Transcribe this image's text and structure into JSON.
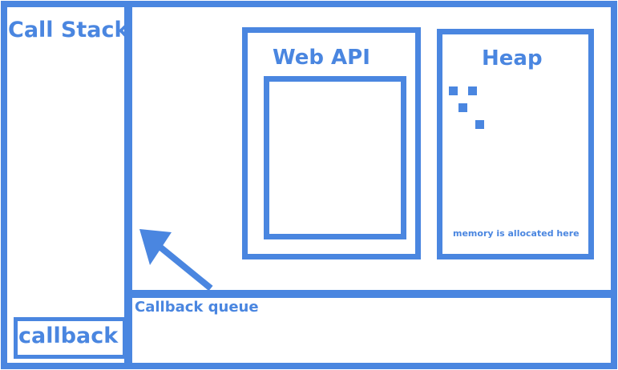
{
  "diagram": {
    "call_stack": {
      "title": "Call Stack",
      "item": "callback"
    },
    "web_api": {
      "title": "Web API"
    },
    "heap": {
      "title": "Heap",
      "note": "memory is allocated here"
    },
    "callback_queue": {
      "title": "Callback queue"
    }
  },
  "colors": {
    "stroke": "#4a86e0",
    "background": "#ffffff"
  }
}
